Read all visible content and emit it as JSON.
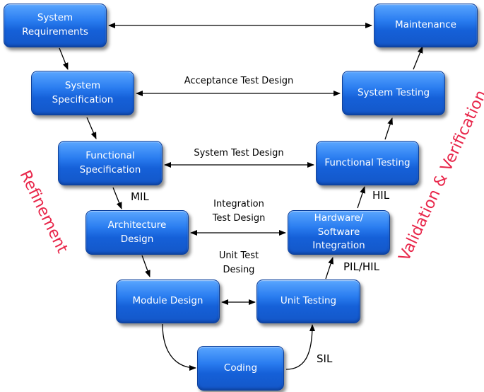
{
  "boxes": {
    "system_requirements": "System Requirements",
    "system_specification": "System Specification",
    "functional_specification": "Functional Specification",
    "architecture_design": "Architecture Design",
    "module_design": "Module Design",
    "coding": "Coding",
    "unit_testing": "Unit Testing",
    "hw_sw_integration": "Hardware/ Software Integration",
    "functional_testing": "Functional Testing",
    "system_testing": "System Testing",
    "maintenance": "Maintenance"
  },
  "links": {
    "acceptance": "Acceptance Test Design",
    "system_test": "System Test Design",
    "integration_1": "Integration",
    "integration_2": "Test Design",
    "unit_test_1": "Unit Test",
    "unit_test_2": "Desing"
  },
  "tags": {
    "mil": "MIL",
    "hil": "HIL",
    "pil_hil": "PIL/HIL",
    "sil": "SIL"
  },
  "sides": {
    "left": "Refinement",
    "right": "Validation & Verification"
  },
  "colors": {
    "box": "#1e6fe6",
    "side_text": "#e8264a"
  }
}
